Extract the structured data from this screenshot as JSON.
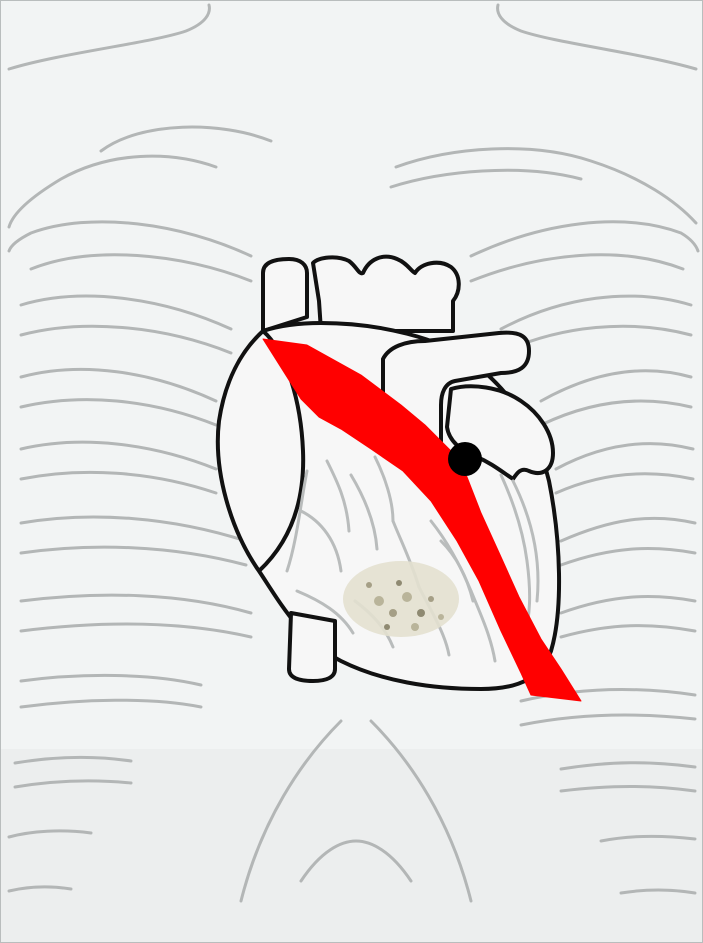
{
  "colors": {
    "paper": "#f2f4f4",
    "paper_lower": "#eceeee",
    "rib_outline": "#b3b6b6",
    "heart_outline": "#111111",
    "heart_fill": "#f7f7f7",
    "vessel_lines": "#b9bcbc",
    "red_band": "#ff0000",
    "marker": "#000000",
    "fibrotic_patch": "#d9d6c4"
  },
  "figure": {
    "subject": "heart-over-ribcage-illustration",
    "highlight": "red-diagonal-band",
    "marker": "black-dot",
    "lesion": "pale-granular-patch"
  }
}
